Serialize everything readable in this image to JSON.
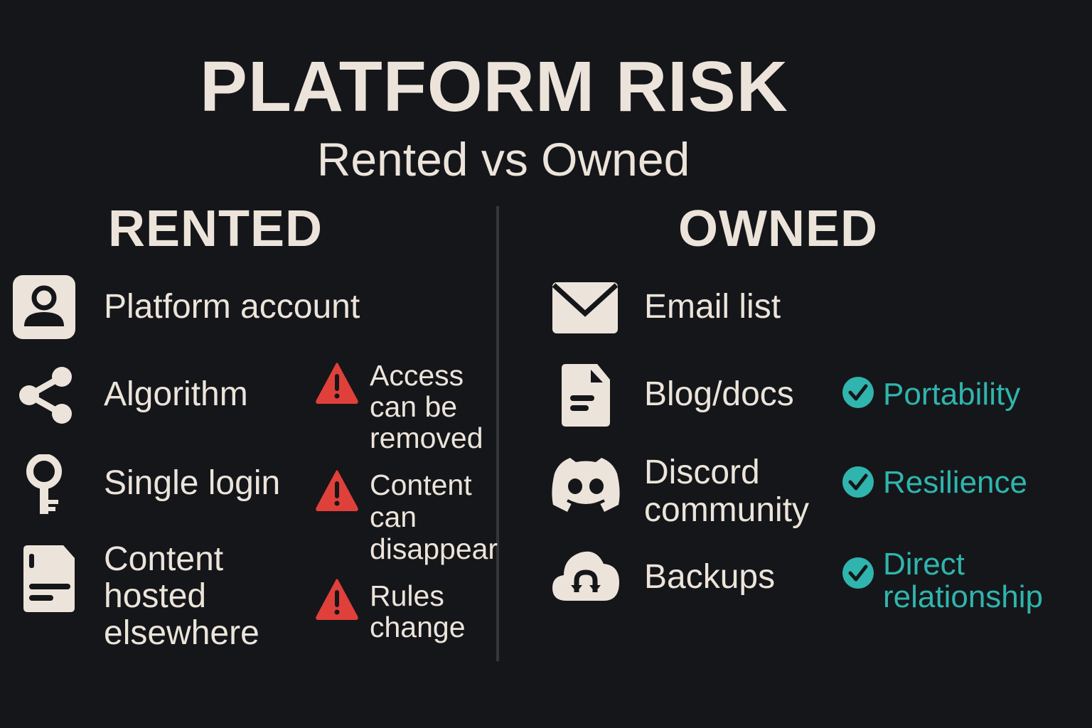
{
  "title": "PLATFORM RISK",
  "subtitle": "Rented vs Owned",
  "colors": {
    "background": "#15161a",
    "text": "#ece4da",
    "warning": "#e0403a",
    "positive": "#2fb5ad"
  },
  "rented": {
    "heading": "RENTED",
    "items": [
      {
        "icon": "user-account-icon",
        "label": "Platform account"
      },
      {
        "icon": "share-icon",
        "label": "Algorithm"
      },
      {
        "icon": "key-icon",
        "label": "Single login"
      },
      {
        "icon": "document-icon",
        "label_lines": [
          "Content",
          "hosted",
          "elsewhere"
        ]
      }
    ],
    "risks": [
      {
        "icon": "warning-icon",
        "lines": [
          "Access",
          "can be",
          "removed"
        ]
      },
      {
        "icon": "warning-icon",
        "lines": [
          "Content",
          "can",
          "disappear"
        ]
      },
      {
        "icon": "warning-icon",
        "lines": [
          "Rules",
          "change"
        ]
      }
    ]
  },
  "owned": {
    "heading": "OWNED",
    "items": [
      {
        "icon": "mail-icon",
        "label": "Email list"
      },
      {
        "icon": "document-icon",
        "label": "Blog/docs"
      },
      {
        "icon": "discord-icon",
        "label_lines": [
          "Discord",
          "community"
        ]
      },
      {
        "icon": "cloud-backup-icon",
        "label": "Backups"
      }
    ],
    "benefits": [
      {
        "icon": "check-circle-icon",
        "lines": [
          "Portability"
        ]
      },
      {
        "icon": "check-circle-icon",
        "lines": [
          "Resilience"
        ]
      },
      {
        "icon": "check-circle-icon",
        "lines": [
          "Direct",
          "relationship"
        ]
      }
    ]
  }
}
